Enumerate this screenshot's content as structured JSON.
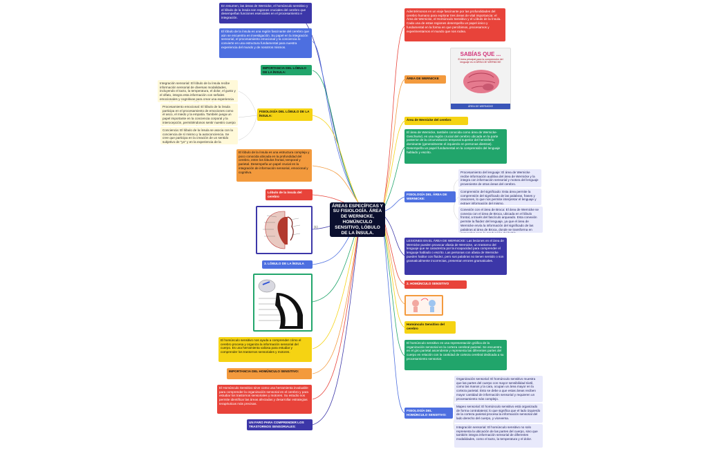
{
  "center": "ÁREAS ESPECÍFICAS Y SU FISIOLOGÍA. ÁREA DE WERNICKE, HOMÚNCULO SENSITIVO, LÓBULO DE LA ÍNSULA.",
  "colors": {
    "red": "#e8433a",
    "orange": "#f39a3d",
    "yellow": "#f5d313",
    "green": "#21a56b",
    "blue": "#4d6fe0",
    "indigo": "#3c37a8",
    "navy": "#1e2a78",
    "pale": "#fff9d9"
  },
  "left": {
    "resumen": "En resumen, las áreas de Wernicke, el homúnculo sensitivo y el lóbulo de la ínsula son regiones cruciales del cerebro que desempeñan funciones esenciales en el procesamiento e integración.",
    "lobulo_fascinante": "El lóbulo de la ínsula es una región fascinante del cerebro que aún se encuentra en investigación. Su papel en la integración sensorial, el procesamiento emocional y la conciencia lo convierte en una estructura fundamental para nuestra experiencia del mundo y de nosotros mismos.",
    "importancia_insula": "IMPORTANCIA DEL LÓBULO DE LA ÍNSULA:",
    "integracion": "Integración sensorial: El lóbulo de la ínsula recibe información sensorial de diversas modalidades, incluyendo el tacto, la temperatura, el dolor, el gusto y el olfato, integra esta información con señales emocionales y cognitivas para crear una experiencia sensorial completa y multidimensional.",
    "procesamiento_emocional": "Procesamiento emocional: El lóbulo de la ínsula participa en el procesamiento de emociones como el asco, el miedo y la empatía. También juega un papel importante en la conciencia corporal y la interocepción, permitiéndonos sentir nuestro cuerpo interno y nuestras emociones.",
    "conciencia": "Conciencia: El lóbulo de la ínsula se asocia con la conciencia de sí mismo y la autoconciencia. Se cree que participa en la creación de un sentido subjetivo de \"yo\" y en la experiencia de la conciencia.",
    "fisiologia_insula": "FISIOLOGÍA DEL LÓBULO DE LA ÍNSULA:",
    "estructura": "El lóbulo de la ínsula es una estructura compleja y poco conocida ubicada en la profundidad del cerebro, entre los lóbulos frontal, temporal y parietal. Desempeña un papel crucial en la integración de información sensorial, emocional y cognitiva.",
    "lobulo_cerebro": "Lóbulo de la ínsula del cerebro",
    "img_note": "(1)",
    "tres_lobulo": "3. LÓBULO DE LA ÍNSULA",
    "homunculo_ayuda": "El homúnculo sensitivo nos ayuda a comprender cómo el cerebro procesa y organiza la información sensorial del cuerpo. Es una herramienta valiosa para estudiar y comprender los trastornos sensoriales y motores.",
    "importancia_homunculo": "IMPORTANCIA DEL HOMÚNCULO SENSITIVO:",
    "herramienta": "El Homúnculo Sensitivo sirve como una herramienta invaluable para comprender la organización sensorial en el cerebro y para estudiar los trastornos sensoriales y motores. Su estudio nos permite identificar las áreas afectadas y desarrollar estrategias terapéuticas más precisas.",
    "faro": "UN FARO PARA COMPRENDER LOS TRASTORNOS SENSORIALES:"
  },
  "right": {
    "intro": "Adentrémonos en un viaje fascinante por las profundidades del cerebro humano para explorar tres áreas de vital importancia: el Área de Wernicke, el Homúnculo Sensitivo y el Lóbulo de la Ínsula. Cada una de estas regiones desempeña un papel único y fundamental en la forma en que percibimos, procesamos y experimentamos el mundo que nos rodea.",
    "sabias_title": "SABÍAS QUE ...",
    "sabias_sub": "El área principal para la comprensión del lenguaje es el ÁREA DE WERNICKE",
    "sabias_footer": "ÁREA DE WERNICKE",
    "area_wernicke": "ÁREA DE WERNICKE",
    "wernicke_cerebro": "Área de Wernicke del cerebro",
    "wernicke_desc": "El área de Wernicke, también conocida como área de Wernicke-Geschwind, es una región crucial del cerebro ubicada en la parte posterior de la circunvolución temporal superior del hemisferio dominante (generalmente el izquierdo en personas diestras). Desempeña un papel fundamental en la comprensión del lenguaje hablado y escrito.",
    "fisiologia_wernicke": "FISIOLOGÍA DEL ÁREA DE WERNICKE:",
    "proc_lenguaje": "Procesamiento del lenguaje: El área de Wernicke recibe información auditiva del área de Wernicke y la integra con información sensorial y motora del lenguaje proveniente de otras áreas del cerebro.",
    "comprension": "Comprensión del significado: Esta área permite la comprensión del significado de las palabras, frases y oraciones, lo que nos permite interpretar el lenguaje y extraer información del mismo.",
    "conexion": "Conexión con el área de Broca: El área de Wernicke se conecta con el área de Broca, ubicada en el lóbulo frontal, a través del fascículo arqueado. Esta conexión permite la fluidez del lenguaje, ya que el área de Wernicke envía la información del significado de las palabras al área de Broca, donde se transforma en comandos para la producción del habla.",
    "lesiones": "LESIONES EN EL ÁREA DE WERNICKE: Las lesiones en el área de Wernicke pueden provocar afasia de Wernicke, un trastorno del lenguaje que se caracteriza por la incapacidad para comprender el lenguaje hablado o escrito. Las personas con afasia de Wernicke pueden hablar con fluidez, pero sus palabras no tienen sentido o son gramaticalmente incorrectas, presentan errores gramaticales.",
    "dos_homunculo": "2. HOMÚNCULO SENSITIVO",
    "homunculo_cerebro": "Homúnculo Sensitivo del cerebro",
    "homunculo_desc": "El homúnculo sensitivo es una representación gráfica de la organización sensorial en la corteza cerebral parietal. Se encuentra en el giro parietal ascendente y representa las diferentes partes del cuerpo en relación con la cantidad de corteza cerebral dedicada a su procesamiento sensorial.",
    "fisiologia_homunculo": "FISIOLOGÍA DEL HOMÚNCULO SENSITIVO:",
    "organizacion": "Organización sensorial: El homúnculo sensitivo muestra que las partes del cuerpo con mayor sensibilidad táctil, como las manos y la cara, ocupan un área mayor en la corteza parietal. Esto se debe a que estas áreas reciben mayor cantidad de información sensorial y requieren un procesamiento más complejo.",
    "mapeo": "Mapeo sensorial: El homúnculo sensitivo está organizado de forma contralateral, lo que significa que el lado izquierdo de la corteza parietal procesa la información sensorial del lado derecho del cuerpo, y viceversa.",
    "integracion_homunculo": "Integración sensorial: El homúnculo sensitivo no solo representa la ubicación de las partes del cuerpo, sino que también integra información sensorial de diferentes modalidades, como el tacto, la temperatura y el dolor."
  }
}
